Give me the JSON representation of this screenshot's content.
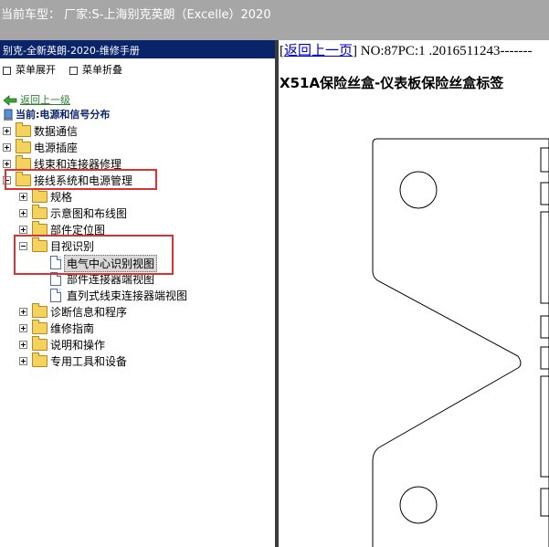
{
  "window": {
    "title": "当前车型：  厂家:S-上海别克英朗（Excelle）2020"
  },
  "left_pane": {
    "header": "别克-全新英朗-2020-维修手册",
    "expand_all": "菜单展开",
    "collapse_all": "菜单折叠",
    "back": "返回上一级",
    "current": "当前:电源和信号分布",
    "tree": {
      "n0": "数据通信",
      "n1": "电源插座",
      "n2": "线束和连接器修理",
      "n3": "接线系统和电源管理",
      "n4": "规格",
      "n5": "示意图和布线图",
      "n6": "部件定位图",
      "n7": "目视识别",
      "n8": "电气中心识别视图",
      "n9": "部件连接器端视图",
      "n10": "直列式线束连接器端视图",
      "n11": "诊断信息和程序",
      "n12": "维修指南",
      "n13": "说明和操作",
      "n14": "专用工具和设备"
    }
  },
  "right_pane": {
    "back_link": "返回上一页",
    "doc_number": "] NO:87PC:1 .2016511243-------",
    "doc_title": "X51A保险丝盒-仪表板保险丝盒标签"
  },
  "colors": {
    "highlight_box": "#e03030",
    "pane_header": "#0a246a",
    "top_bar": "#a6a6a6"
  }
}
